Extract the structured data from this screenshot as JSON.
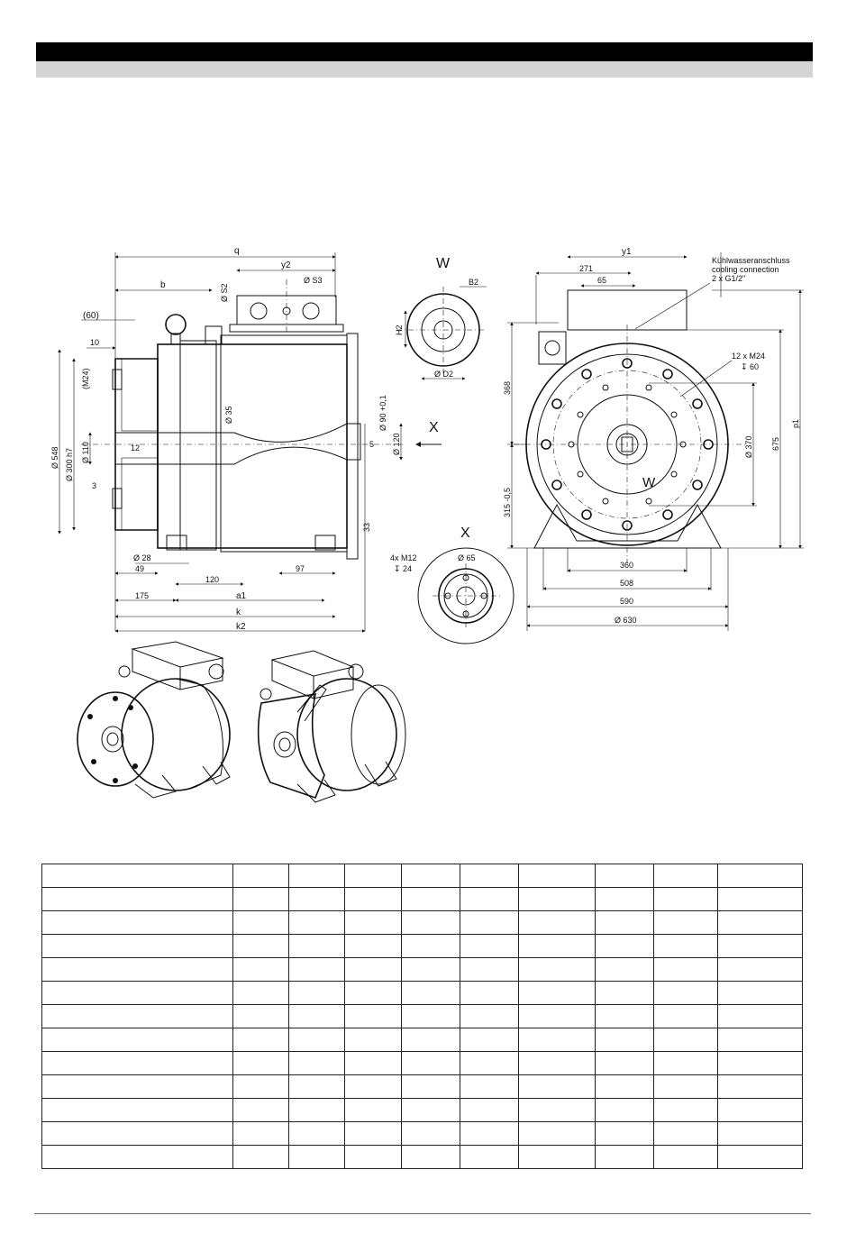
{
  "labels": {
    "q": "q",
    "y2": "y2",
    "b": "b",
    "S2": "Ø S2",
    "S3": "Ø S3",
    "p60": "(60)",
    "d10": "10",
    "M24": "(M24)",
    "d548": "Ø 548",
    "d300": "Ø 300 h7",
    "d110": "Ø 110",
    "d12": "12",
    "d3": "3",
    "d35": "Ø 35",
    "d90": "Ø 90 +0,1",
    "d120v": "Ø 120",
    "d5": "5",
    "d33": "33",
    "d28": "Ø 28",
    "d49": "49",
    "d120h": "120",
    "d97": "97",
    "d175": "175",
    "a1": "a1",
    "k": "k",
    "k2": "k2",
    "W": "W",
    "B2": "B2",
    "H2": "H2",
    "D2": "Ø D2",
    "X": "X",
    "d65": "Ø 65",
    "M12": "4x M12",
    "M12depth": "↧ 24",
    "y1": "y1",
    "d271": "271",
    "d65b": "65",
    "cool1": "Kühlwasseranschluss",
    "cool2": "cooling connection",
    "cool3": "2 x G1/2\"",
    "M24b": "12 x M24",
    "M24depth": "↧ 60",
    "d368": "368",
    "d315": "315 -0,5",
    "d370": "Ø 370",
    "d675": "675",
    "p1": "p1",
    "Wview": "W",
    "d360": "360",
    "d508": "508",
    "d590": "590",
    "d630": "Ø 630"
  },
  "table": {
    "rows": [
      [
        "",
        "",
        "",
        "",
        "",
        "",
        "",
        "",
        "",
        ""
      ],
      [
        "",
        "",
        "",
        "",
        "",
        "",
        "",
        "",
        "",
        ""
      ],
      [
        "",
        "",
        "",
        "",
        "",
        "",
        "",
        "",
        "",
        ""
      ],
      [
        "",
        "",
        "",
        "",
        "",
        "",
        "",
        "",
        "",
        ""
      ],
      [
        "",
        "",
        "",
        "",
        "",
        "",
        "",
        "",
        "",
        ""
      ],
      [
        "",
        "",
        "",
        "",
        "",
        "",
        "",
        "",
        "",
        ""
      ],
      [
        "",
        "",
        "",
        "",
        "",
        "",
        "",
        "",
        "",
        ""
      ],
      [
        "",
        "",
        "",
        "",
        "",
        "",
        "",
        "",
        "",
        ""
      ],
      [
        "",
        "",
        "",
        "",
        "",
        "",
        "",
        "",
        "",
        ""
      ],
      [
        "",
        "",
        "",
        "",
        "",
        "",
        "",
        "",
        "",
        ""
      ],
      [
        "",
        "",
        "",
        "",
        "",
        "",
        "",
        "",
        "",
        ""
      ],
      [
        "",
        "",
        "",
        "",
        "",
        "",
        "",
        "",
        "",
        ""
      ],
      [
        "",
        "",
        "",
        "",
        "",
        "",
        "",
        "",
        "",
        ""
      ]
    ]
  }
}
